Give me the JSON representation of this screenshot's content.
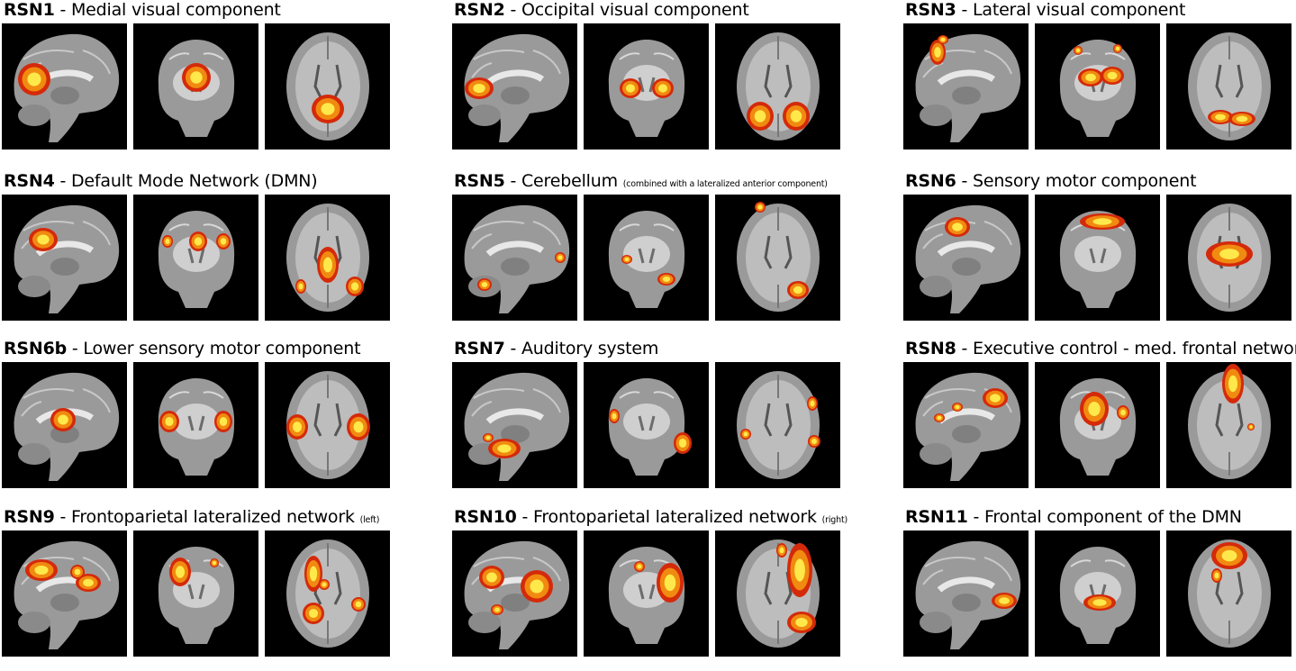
{
  "figure": {
    "panels": [
      {
        "id": "RSN1",
        "title": "Medial visual component",
        "note": ""
      },
      {
        "id": "RSN2",
        "title": "Occipital visual component",
        "note": ""
      },
      {
        "id": "RSN3",
        "title": "Lateral visual component",
        "note": ""
      },
      {
        "id": "RSN4",
        "title": "Default Mode Network (DMN)",
        "note": ""
      },
      {
        "id": "RSN5",
        "title": "Cerebellum",
        "note": "(combined with a lateralized anterior component)"
      },
      {
        "id": "RSN6",
        "title": "Sensory motor component",
        "note": ""
      },
      {
        "id": "RSN6b",
        "title": "Lower sensory motor component",
        "note": ""
      },
      {
        "id": "RSN7",
        "title": "Auditory system",
        "note": ""
      },
      {
        "id": "RSN8",
        "title": "Executive control - med. frontal network",
        "note": ""
      },
      {
        "id": "RSN9",
        "title": "Frontoparietal lateralized network",
        "note": "(left)"
      },
      {
        "id": "RSN10",
        "title": "Frontoparietal lateralized network",
        "note": "(right)"
      },
      {
        "id": "RSN11",
        "title": "Frontal component of the DMN",
        "note": ""
      }
    ],
    "views": [
      "sagittal",
      "coronal",
      "axial"
    ],
    "colors": {
      "background": "#000000",
      "brain_gray": "#9a9a9a",
      "activation_low": "#d42a0a",
      "activation_mid": "#f08a10",
      "activation_high": "#ffe84a"
    }
  }
}
